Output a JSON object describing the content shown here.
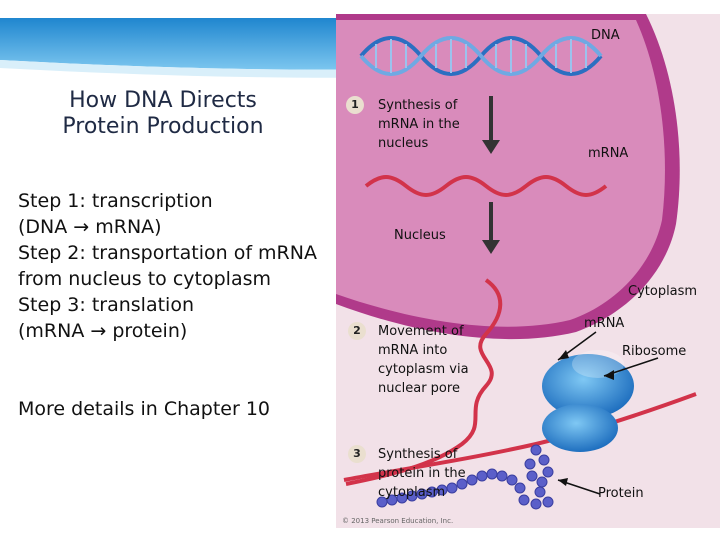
{
  "slide": {
    "title_line1": "How DNA Directs",
    "title_line2": "Protein Production",
    "steps": [
      "Step 1: transcription",
      "(DNA → mRNA)",
      "Step 2: transportation of mRNA",
      "from nucleus to cytoplasm",
      "Step 3: translation",
      "(mRNA → protein)"
    ],
    "note": "More details in Chapter 10"
  },
  "figure": {
    "dna_label": "DNA",
    "mrna_label_1": "mRNA",
    "nucleus_label": "Nucleus",
    "cytoplasm_label": "Cytoplasm",
    "mrna_label_2": "mRNA",
    "ribosome_label": "Ribosome",
    "protein_label": "Protein",
    "step1": {
      "num": "1",
      "lines": [
        "Synthesis of",
        "mRNA in the",
        "nucleus"
      ]
    },
    "step2": {
      "num": "2",
      "lines": [
        "Movement of",
        "mRNA into",
        "cytoplasm via",
        "nuclear pore"
      ]
    },
    "step3": {
      "num": "3",
      "lines": [
        "Synthesis of",
        "protein in the",
        "cytoplasm"
      ]
    },
    "copyright": "© 2013 Pearson Education, Inc."
  },
  "colors": {
    "nucleus": "#b03a8a",
    "cytoplasm": "#f2e1e8",
    "dna_strand": "#2b6fc1",
    "mrna": "#d2334a",
    "ribosome": "#2f8fd8",
    "protein": "#5b5fc9",
    "banner": "#3a9fd8"
  }
}
